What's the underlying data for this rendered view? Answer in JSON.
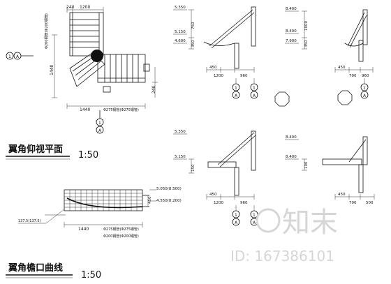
{
  "drawings": {
    "plan": {
      "title": "翼角仰视平面",
      "scale": "1:50",
      "dims_top": [
        "240",
        "1200"
      ],
      "dims_left": [
        "1440"
      ],
      "dims_right": [
        "240"
      ],
      "dims_bottom": [
        "1440"
      ],
      "left_note": "Φ200钢管(Φ200钢管)",
      "bottom_note": "Φ275钢管(Φ275钢管)",
      "marker_left": {
        "top": "1",
        "bottom": "A"
      },
      "marker_bottom": {
        "top": "1",
        "bottom": "A"
      }
    },
    "eave_curve": {
      "title": "翼角檐口曲线",
      "scale": "1:50",
      "level_top": "5.050(8.500)",
      "level_bottom": "4.550(8.200)",
      "dim_right": "450",
      "dim_bottom": "1440",
      "left_note": "137.5(137.5)",
      "bottom_note1": "Φ275钢管(Φ275钢管)",
      "bottom_note2": "Φ200钢管(Φ200钢管)"
    },
    "sec_a": {
      "levels": [
        "5.350",
        "5.150",
        "4.600"
      ],
      "dims_v": [
        "750",
        "350"
      ],
      "dims_h": [
        "450",
        "1200",
        "960"
      ],
      "markers": [
        {
          "top": "1",
          "bottom": "A"
        },
        {
          "top": "1",
          "bottom": "A"
        }
      ]
    },
    "sec_b": {
      "levels": [
        "8.400",
        "8.400",
        "7.900"
      ],
      "dims_v": [
        "1000",
        "350"
      ],
      "dims_h": [
        "450",
        "700",
        "960"
      ],
      "marker": {
        "top": "1",
        "bottom": "A"
      }
    },
    "sec_c": {
      "levels": [
        "5.350",
        "5.150"
      ],
      "dims_v": [
        "150"
      ],
      "dims_h": [
        "450",
        "1200",
        "960"
      ],
      "markers": [
        {
          "top": "1",
          "bottom": "A"
        },
        {
          "top": "1",
          "bottom": "A"
        }
      ]
    },
    "sec_d": {
      "levels": [
        "8.400",
        "8.400"
      ],
      "dims_v": [
        "100"
      ],
      "dims_h": [
        "450",
        "700",
        "500"
      ]
    }
  },
  "watermark": {
    "logo_text": "知末",
    "id_text": "ID: 167386101"
  }
}
